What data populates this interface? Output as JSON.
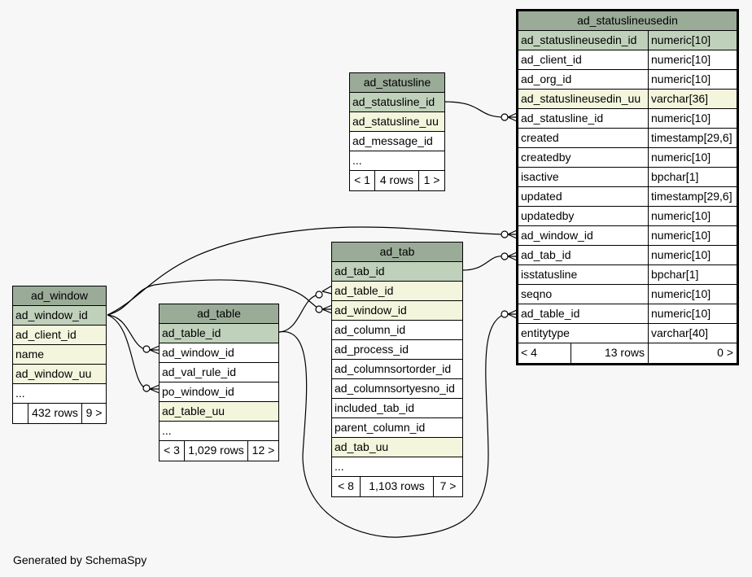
{
  "tables": {
    "ad_statuslineusedin": {
      "name": "ad_statuslineusedin",
      "columns": [
        {
          "name": "ad_statuslineusedin_id",
          "type": "numeric[10]"
        },
        {
          "name": "ad_client_id",
          "type": "numeric[10]"
        },
        {
          "name": "ad_org_id",
          "type": "numeric[10]"
        },
        {
          "name": "ad_statuslineusedin_uu",
          "type": "varchar[36]"
        },
        {
          "name": "ad_statusline_id",
          "type": "numeric[10]"
        },
        {
          "name": "created",
          "type": "timestamp[29,6]"
        },
        {
          "name": "createdby",
          "type": "numeric[10]"
        },
        {
          "name": "isactive",
          "type": "bpchar[1]"
        },
        {
          "name": "updated",
          "type": "timestamp[29,6]"
        },
        {
          "name": "updatedby",
          "type": "numeric[10]"
        },
        {
          "name": "ad_window_id",
          "type": "numeric[10]"
        },
        {
          "name": "ad_tab_id",
          "type": "numeric[10]"
        },
        {
          "name": "isstatusline",
          "type": "bpchar[1]"
        },
        {
          "name": "seqno",
          "type": "numeric[10]"
        },
        {
          "name": "ad_table_id",
          "type": "numeric[10]"
        },
        {
          "name": "entitytype",
          "type": "varchar[40]"
        }
      ],
      "footer": {
        "parents": "< 4",
        "rows": "13 rows",
        "children": "0 >"
      }
    },
    "ad_statusline": {
      "name": "ad_statusline",
      "columns": [
        "ad_statusline_id",
        "ad_statusline_uu",
        "ad_message_id",
        "..."
      ],
      "footer": {
        "parents": "< 1",
        "rows": "4 rows",
        "children": "1 >"
      }
    },
    "ad_tab": {
      "name": "ad_tab",
      "columns": [
        "ad_tab_id",
        "ad_table_id",
        "ad_window_id",
        "ad_column_id",
        "ad_process_id",
        "ad_columnsortorder_id",
        "ad_columnsortyesno_id",
        "included_tab_id",
        "parent_column_id",
        "ad_tab_uu",
        "..."
      ],
      "footer": {
        "parents": "< 8",
        "rows": "1,103 rows",
        "children": "7 >"
      }
    },
    "ad_window": {
      "name": "ad_window",
      "columns": [
        "ad_window_id",
        "ad_client_id",
        "name",
        "ad_window_uu",
        "..."
      ],
      "footer": {
        "parents": "",
        "rows": "432 rows",
        "children": "9 >"
      }
    },
    "ad_table": {
      "name": "ad_table",
      "columns": [
        "ad_table_id",
        "ad_window_id",
        "ad_val_rule_id",
        "po_window_id",
        "ad_table_uu",
        "..."
      ],
      "footer": {
        "parents": "< 3",
        "rows": "1,029 rows",
        "children": "12 >"
      }
    }
  },
  "footer_text": "Generated by SchemaSpy",
  "colors": {
    "header": "#9aab98",
    "primary_key": "#bfd0bb",
    "uuid_column": "#f3f6dd",
    "background": "#f7f7f7"
  }
}
